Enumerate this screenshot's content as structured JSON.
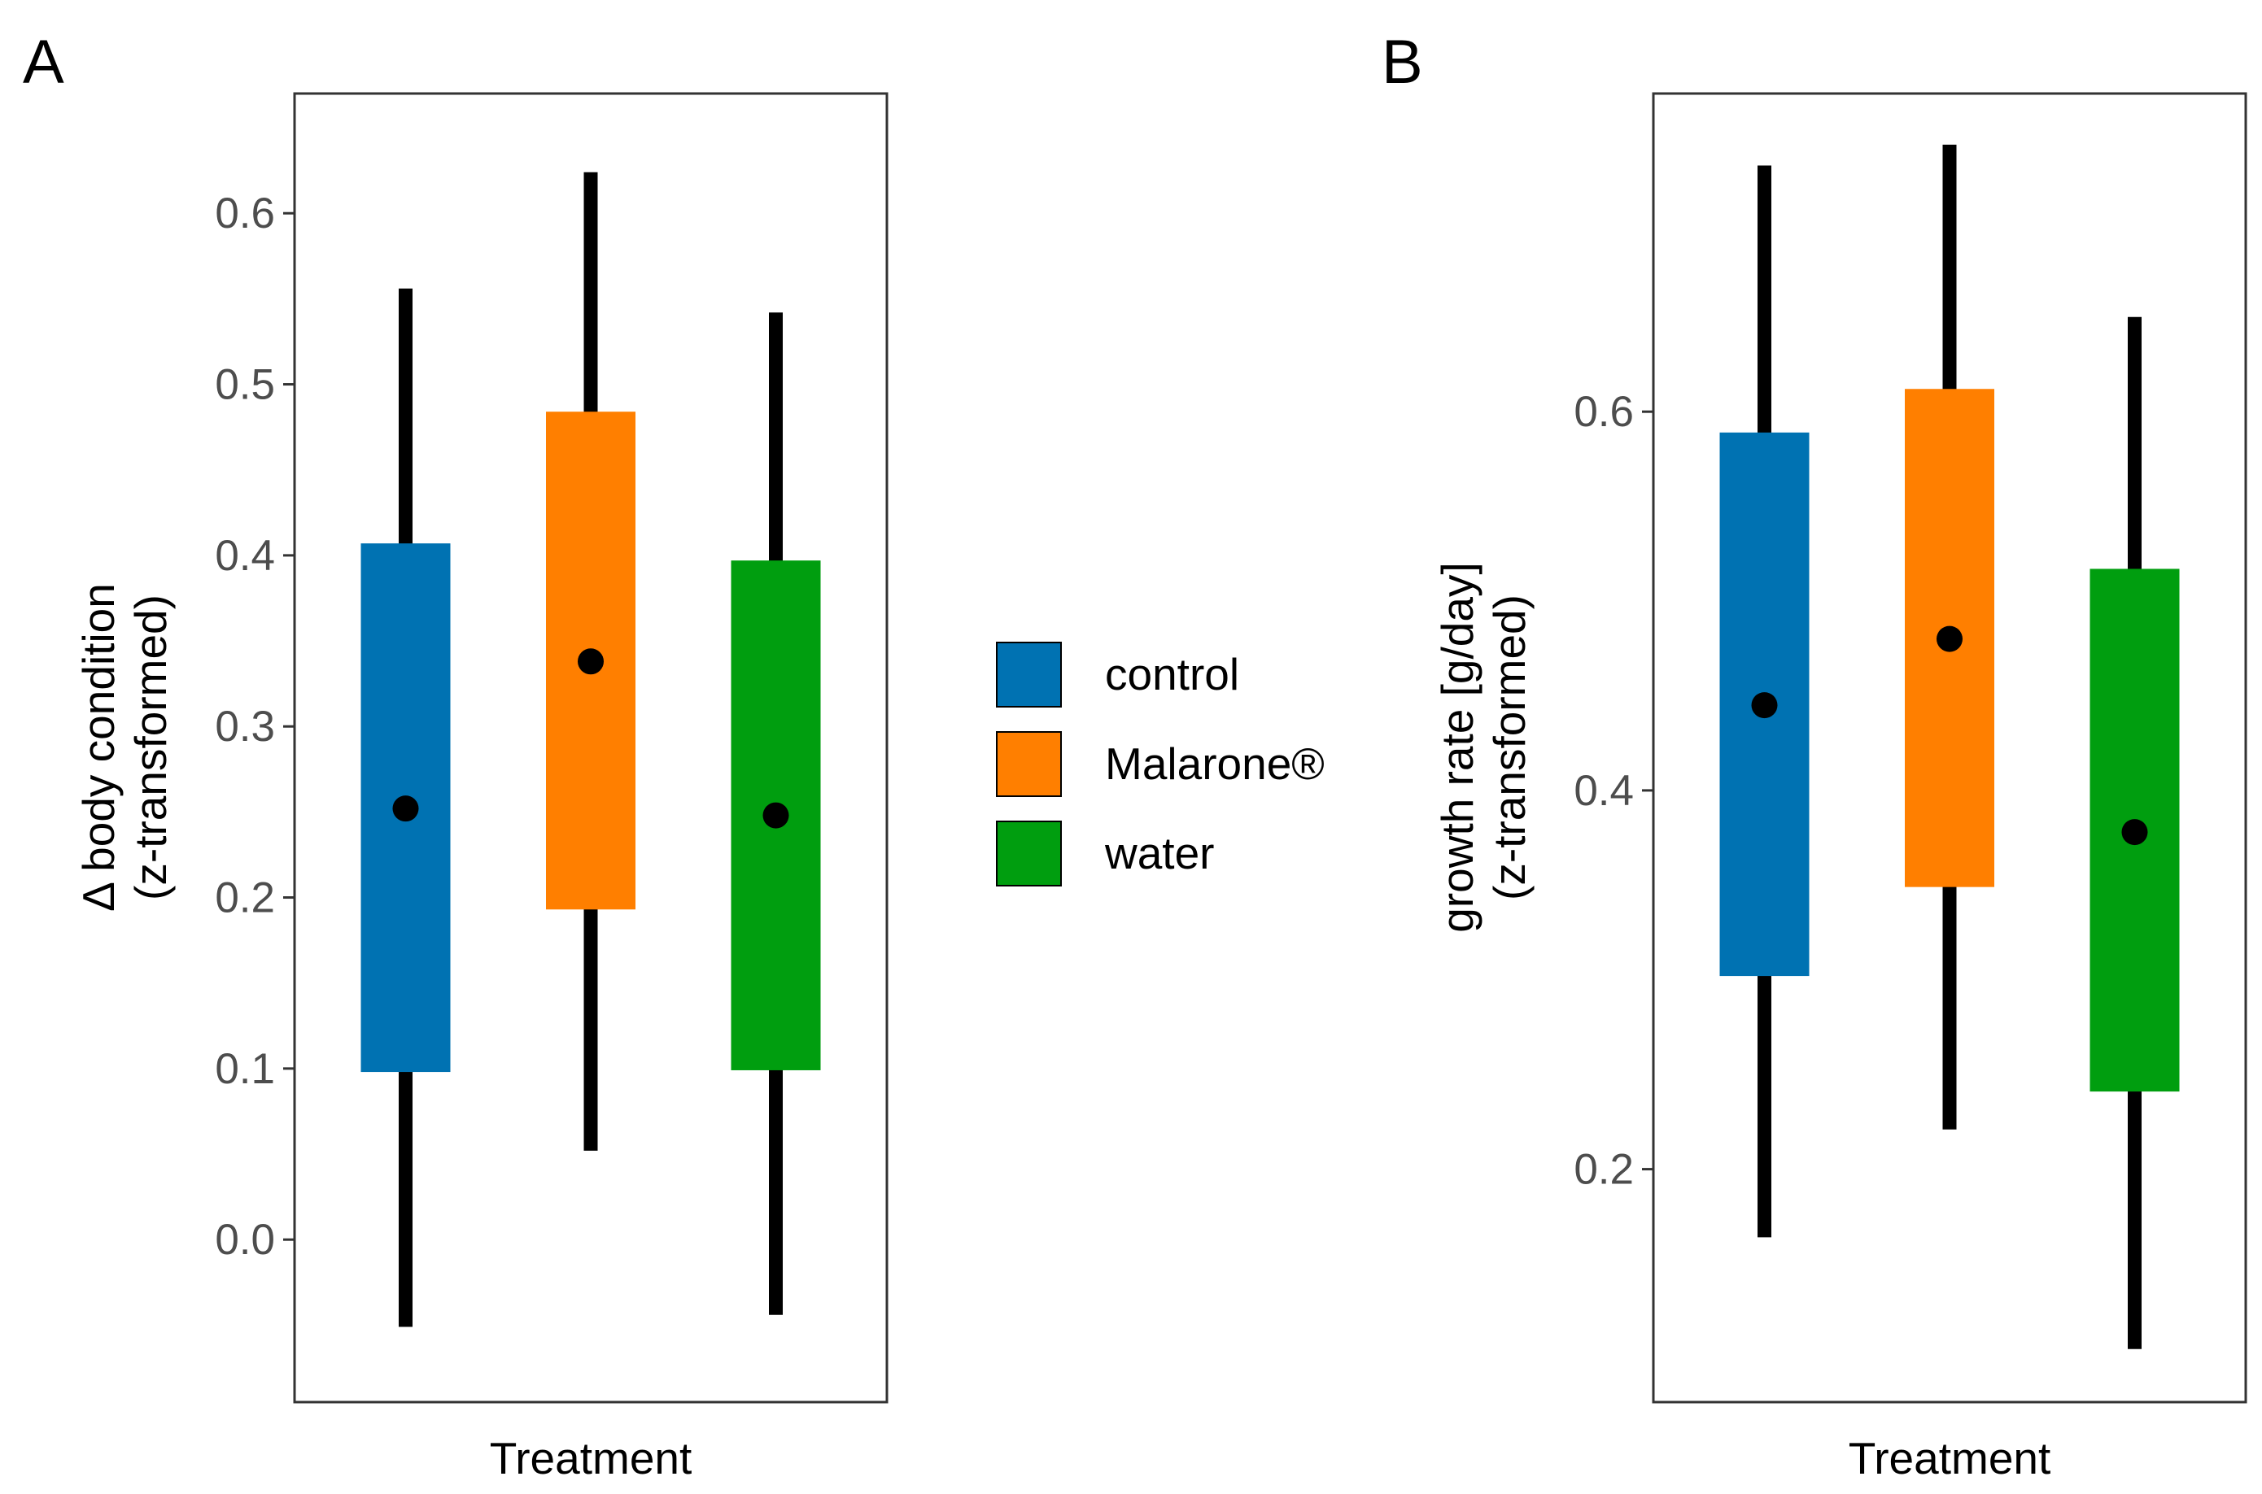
{
  "legend": {
    "entries": [
      {
        "label": "control",
        "color": "#0072B2"
      },
      {
        "label": "Malarone®",
        "color": "#FF7F00"
      },
      {
        "label": "water",
        "color": "#009E0F"
      }
    ]
  },
  "chart_data": [
    {
      "panel": "A",
      "type": "box",
      "xlabel": "Treatment",
      "ylabel": [
        "Δ body condition",
        "(z-transformed)"
      ],
      "ylim": [
        -0.095,
        0.67
      ],
      "yticks": [
        0.0,
        0.1,
        0.2,
        0.3,
        0.4,
        0.5,
        0.6
      ],
      "ytick_labels": [
        "0.0",
        "0.1",
        "0.2",
        "0.3",
        "0.4",
        "0.5",
        "0.6"
      ],
      "grid": false,
      "categories": [
        "control",
        "Malarone®",
        "water"
      ],
      "series": [
        {
          "name": "control",
          "mean": 0.252,
          "box": [
            0.098,
            0.407
          ],
          "whisker": [
            -0.051,
            0.556
          ]
        },
        {
          "name": "Malarone®",
          "mean": 0.338,
          "box": [
            0.193,
            0.484
          ],
          "whisker": [
            0.052,
            0.624
          ]
        },
        {
          "name": "water",
          "mean": 0.248,
          "box": [
            0.099,
            0.397
          ],
          "whisker": [
            -0.044,
            0.542
          ]
        }
      ]
    },
    {
      "panel": "B",
      "type": "box",
      "xlabel": "Treatment",
      "ylabel": [
        "growth rate [g/day]",
        "(z-transformed)"
      ],
      "ylim": [
        0.077,
        0.768
      ],
      "yticks": [
        0.2,
        0.4,
        0.6
      ],
      "ytick_labels": [
        "0.2",
        "0.4",
        "0.6"
      ],
      "grid": false,
      "categories": [
        "control",
        "Malarone®",
        "water"
      ],
      "series": [
        {
          "name": "control",
          "mean": 0.445,
          "box": [
            0.302,
            0.589
          ],
          "whisker": [
            0.164,
            0.73
          ]
        },
        {
          "name": "Malarone®",
          "mean": 0.48,
          "box": [
            0.349,
            0.612
          ],
          "whisker": [
            0.221,
            0.741
          ]
        },
        {
          "name": "water",
          "mean": 0.378,
          "box": [
            0.241,
            0.517
          ],
          "whisker": [
            0.105,
            0.65
          ]
        }
      ]
    }
  ]
}
